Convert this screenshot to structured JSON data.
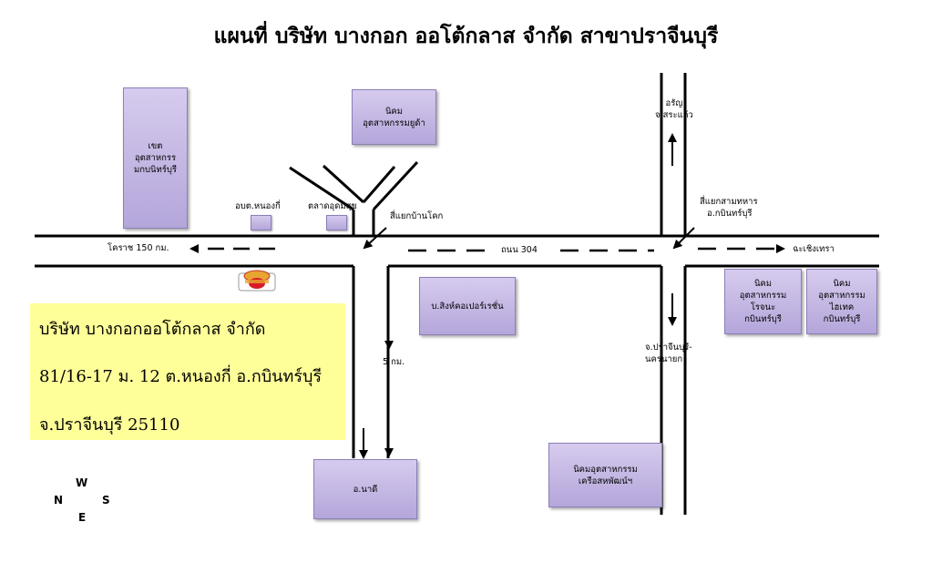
{
  "title": "แผนที่ บริษัท บางกอก ออโต้กลาส จำกัด สาขาปราจีนบุรี",
  "boxes": {
    "industrial_zone": [
      "เขต",
      "อุตสาหกรร",
      "มกบนิทร์บุรี"
    ],
    "yudha_estate": [
      "นิคม",
      "อุตสาหกรรมยูด้า"
    ],
    "singh_corp": "บ.สิงห์คอเปอร์เรชั่น",
    "rojana_estate": [
      "นิคม",
      "อุตสาหกรรม",
      "โรจนะ",
      "กบินทร์บุรี"
    ],
    "hitech_estate": [
      "นิคม",
      "อุตสาหกรรม",
      "ไฮเทค",
      "กบินทร์บุรี"
    ],
    "na_di": "อ.นาดี",
    "sahapat_estate": [
      "นิคมอุตสาหกรรม",
      "เครือสหพัฒน์ฯ"
    ]
  },
  "labels": {
    "nong_ki_sao": "อบต.หนองกี่",
    "udomsuk_market": "ตลาดอุดมสุข",
    "ban_khok_junction": "สี่แยกบ้านโคก",
    "aranyaprathet": [
      "อรัญ",
      "จ.สระแก้ว"
    ],
    "samsahar_junction": [
      "สี่แยกสามทหาร",
      "อ.กบินทร์บุรี"
    ],
    "korat": "โคราช 150 กม.",
    "road_304": "ถนน 304",
    "chachoengsao": "ฉะเชิงเทรา",
    "five_km": "5 กม.",
    "prachinburi_nayok": [
      "จ.ปราจีนบุรี-",
      "นครนายก"
    ]
  },
  "company": {
    "line1": "บริษัท บางกอกออโต้กลาส จำกัด",
    "line2": "81/16-17 ม. 12 ต.หนองกี่  อ.กบินทร์บุรี",
    "line3": "จ.ปราจีนบุรี  25110"
  },
  "compass": {
    "n": "N",
    "w": "W",
    "s": "S",
    "e": "E"
  },
  "colors": {
    "box_fill": "#c6b9e6",
    "box_border": "#8c7fb8",
    "info_bg": "#ffff99",
    "road": "#000000"
  },
  "icons": [
    "company-logo-icon",
    "arrows-direction-icons"
  ]
}
